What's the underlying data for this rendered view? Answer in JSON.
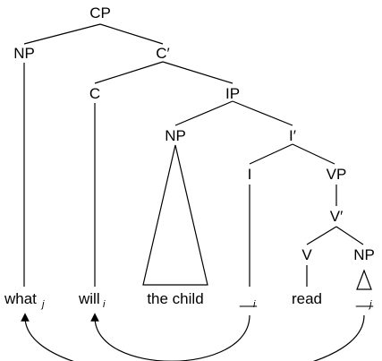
{
  "tree": {
    "nodes": {
      "cp": "CP",
      "np_spec": "NP",
      "c_bar": "C′",
      "c": "C",
      "ip": "IP",
      "np_subj": "NP",
      "i_bar": "I′",
      "i": "I",
      "vp": "VP",
      "v_bar": "V′",
      "v": "V",
      "np_obj": "NP"
    },
    "leaves": {
      "what": "what",
      "what_index": "j",
      "will": "will",
      "will_index": "i",
      "the_child": "the child",
      "trace_i": "__",
      "trace_i_index": "i",
      "read": "read",
      "trace_j": "__",
      "trace_j_index": "j"
    }
  }
}
